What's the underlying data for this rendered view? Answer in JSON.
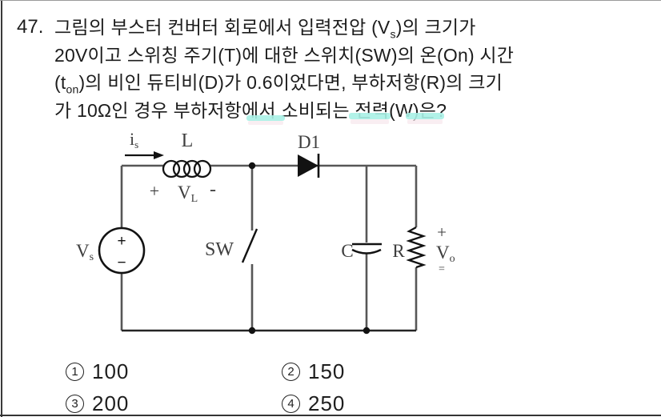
{
  "question": {
    "number": "47.",
    "line1": {
      "pre": "그림의 부스터 컨버터 회로에서 입력전압 (V",
      "sub": "s",
      "post": ")의 크기가"
    },
    "line2": {
      "text": "20V이고 스위칭 주기(T)에 대한 스위치(SW)의 온(On) 시간"
    },
    "line3": {
      "pre": "(t",
      "sub": "on",
      "post": ")의 비인 듀티비(D)가 0.6이었다면, 부하저항(R)의 크기"
    },
    "line4": {
      "text": "가 10Ω인 경우 부하저항에서 소비되는 전력(W)은?"
    }
  },
  "circuit": {
    "source": {
      "label": "V",
      "label_sub": "s",
      "plus": "+",
      "minus": "−"
    },
    "inductor_current": {
      "label": "i",
      "label_sub": "s"
    },
    "inductor": {
      "label": "L"
    },
    "inductor_voltage": {
      "plus": "+",
      "label": "V",
      "label_sub": "L",
      "minus": "-"
    },
    "switch": {
      "label": "SW"
    },
    "diode": {
      "label": "D1"
    },
    "capacitor": {
      "label": "C"
    },
    "resistor": {
      "label": "R"
    },
    "output_voltage": {
      "plus": "+",
      "label": "V",
      "label_sub": "o",
      "minus": "="
    },
    "colors": {
      "wire": "#575757",
      "wire_dark": "#242424",
      "component": "#121212",
      "highlight_cyan": "#a9f1e6",
      "highlight_pink": "#f7e7ec"
    }
  },
  "choices": [
    {
      "num": "1",
      "value": "100"
    },
    {
      "num": "2",
      "value": "150"
    },
    {
      "num": "3",
      "value": "200"
    },
    {
      "num": "4",
      "value": "250"
    }
  ]
}
